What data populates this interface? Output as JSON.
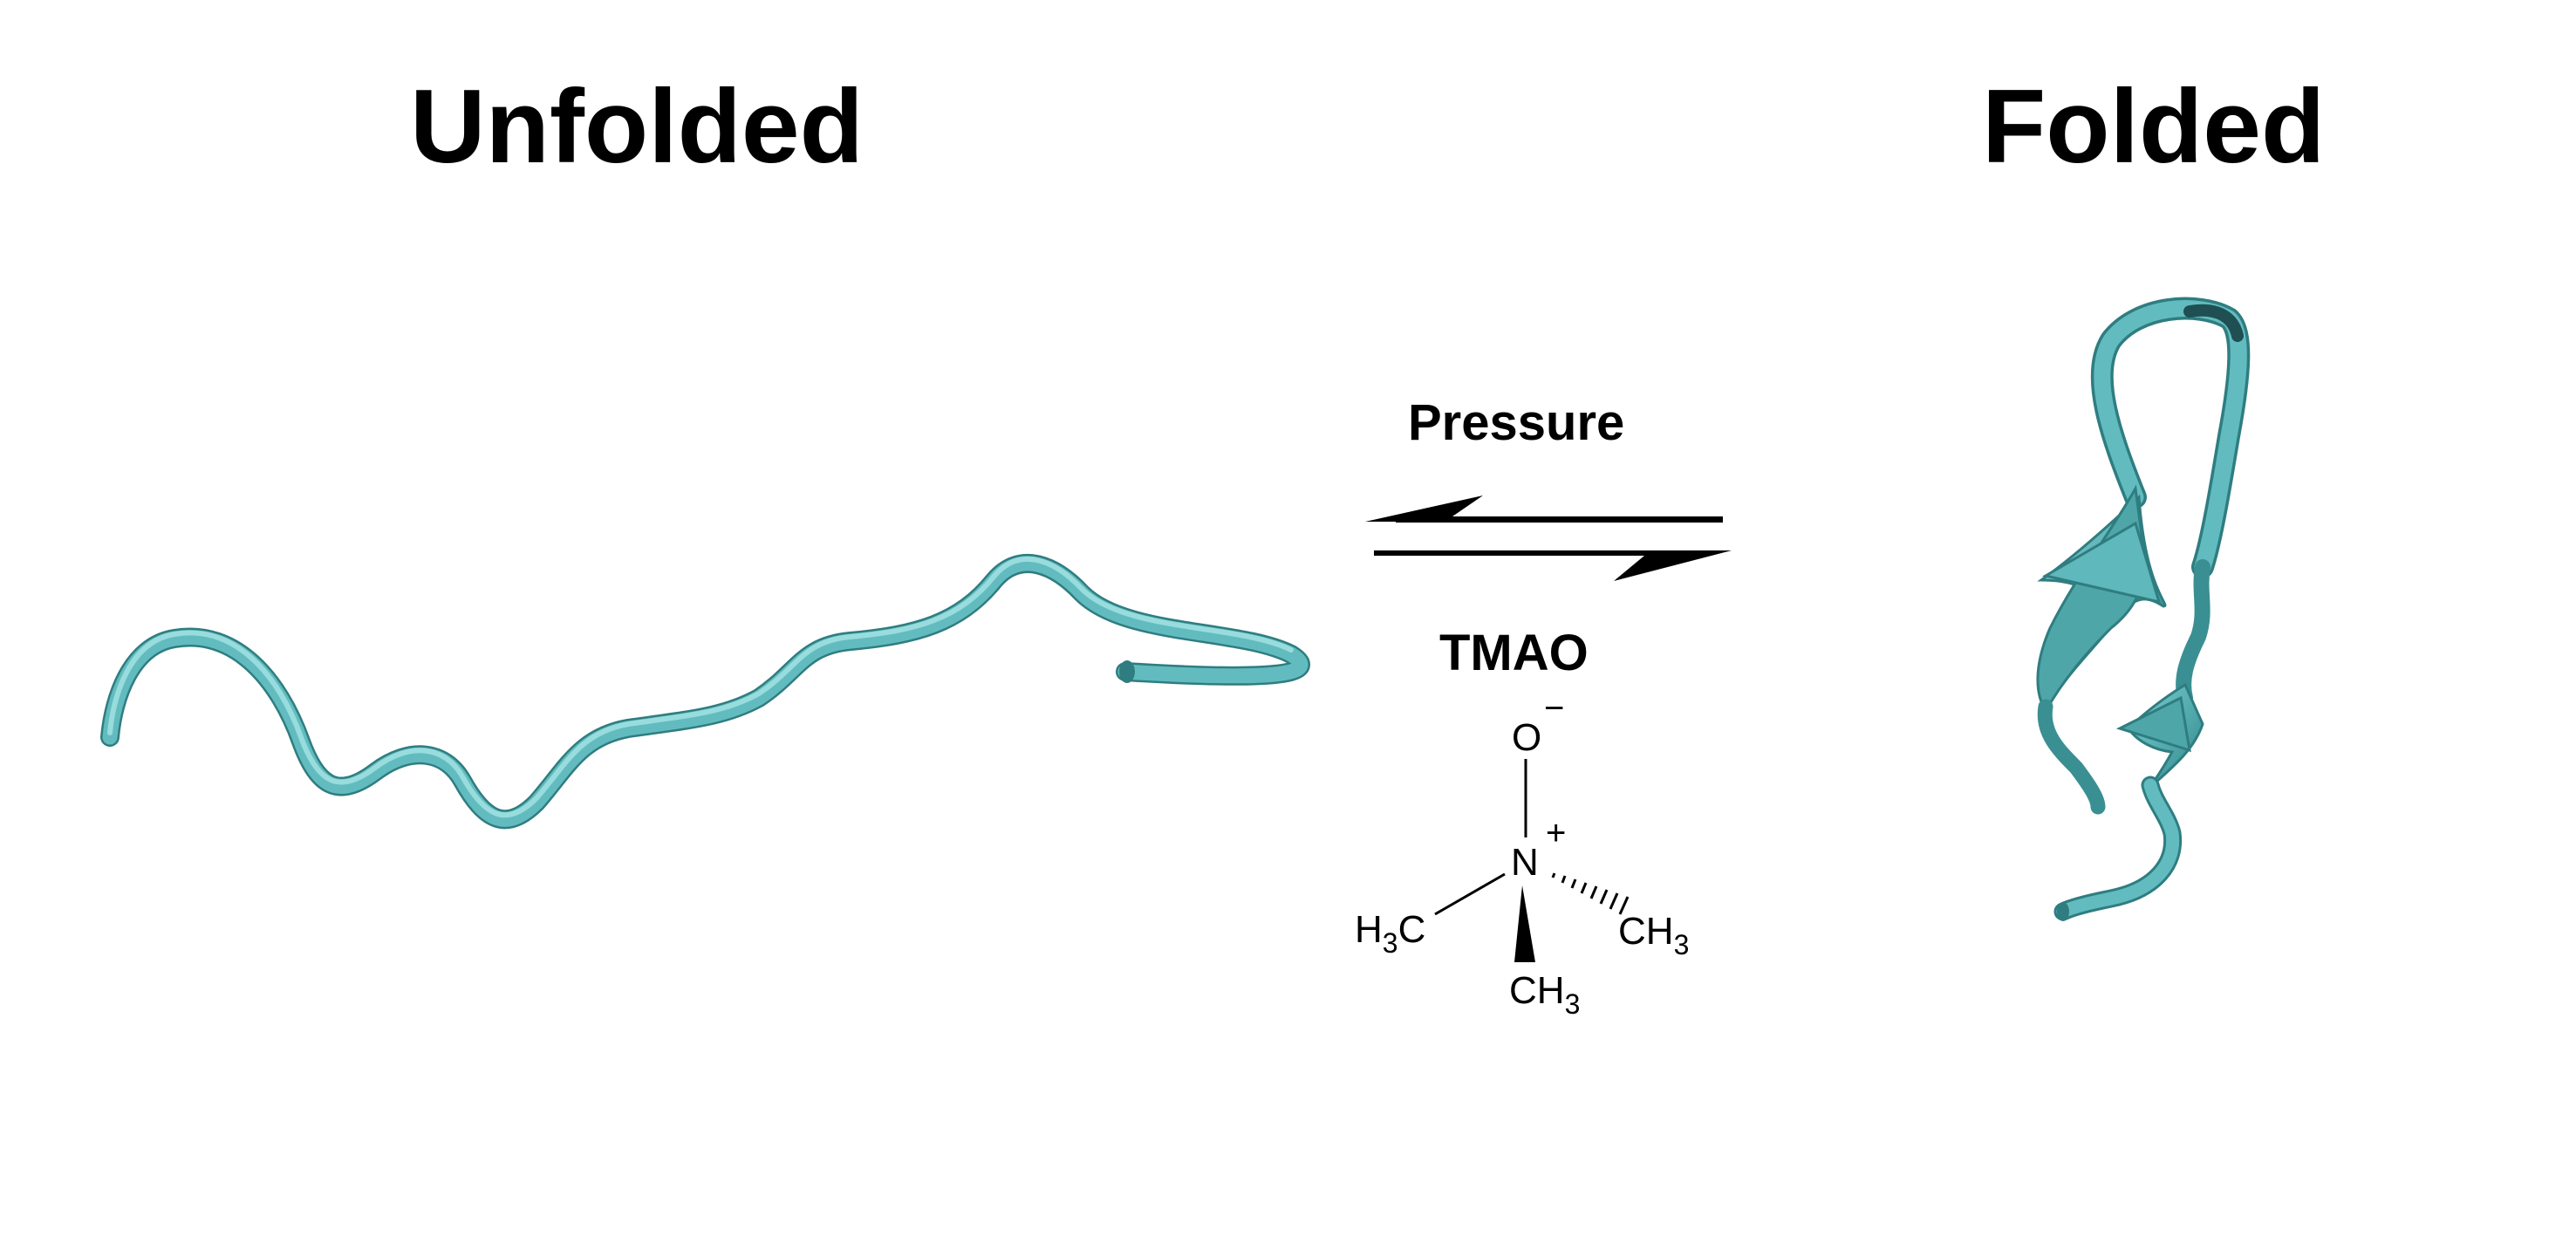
{
  "titles": {
    "unfolded": "Unfolded",
    "folded": "Folded"
  },
  "conditions": {
    "top": "Pressure",
    "bottom": "TMAO"
  },
  "molecule": {
    "oxygen": "O",
    "oxygen_charge": "−",
    "nitrogen": "N",
    "nitrogen_charge": "+",
    "left_group_h": "H",
    "left_group_sub": "3",
    "left_group_c": "C",
    "right_group_ch": "CH",
    "right_group_sub": "3",
    "bottom_group_ch": "CH",
    "bottom_group_sub": "3"
  },
  "colors": {
    "protein": "#5fb8bb",
    "protein_highlight": "#9fe0e2",
    "protein_shadow": "#2f7d80",
    "ink": "#000000"
  }
}
